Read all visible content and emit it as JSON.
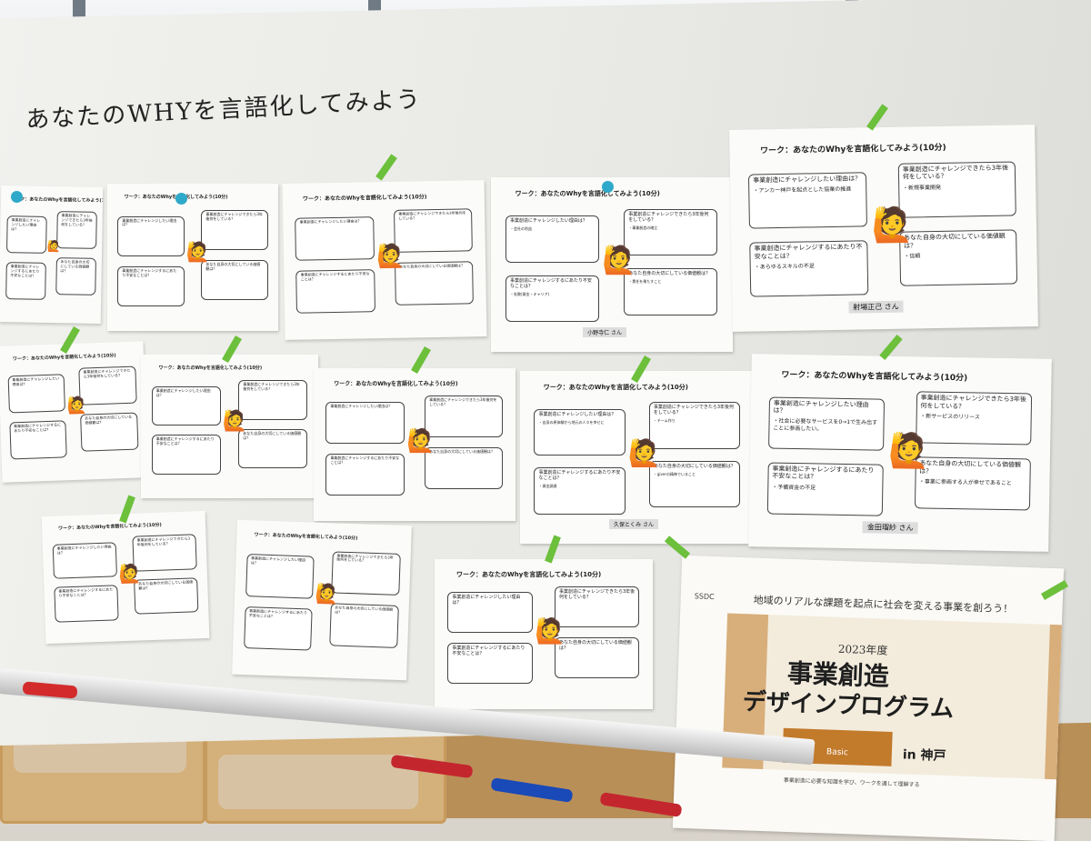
{
  "board_title": "あなたのWHYを言語化してみよう",
  "worksheet": {
    "heading": "ワーク：あなたのWhyを言語化してみよう(10分)",
    "q1": "事業創造にチャレンジしたい理由は？",
    "q2": "事業創造にチャレンジできたら3年後何をしている？",
    "q3": "事業創造にチャレンジするにあたり不安なことは？",
    "q4": "あなた自身の大切にしている価値観は？"
  },
  "sheets": [
    {
      "name": "射場正己 さん",
      "answers": [
        "アンカー神戸を起点とした協業の推進",
        "新規事業開発",
        "あらゆるスキルの不足",
        "信頼"
      ]
    },
    {
      "name": "金田瑠紗 さん",
      "answers": [
        "社会に必要なサービスを0→1で生み出すことに参画したい。",
        "新サービスのリリース",
        "予備資金の不足",
        "事業に参画する人が幸せであること"
      ]
    },
    {
      "name": "久保とくみ さん",
      "answers": [
        "自身の原体験から地元の人々を幸せに",
        "チーム作り",
        "資金調達",
        "giverの精神でいること"
      ]
    },
    {
      "name": "小野寺仁 さん",
      "answers": [
        "会社の利益",
        "事業創造の確立",
        "失敗(資金・キャリア)",
        "責任を果たすこと"
      ]
    }
  ],
  "poster": {
    "logo": "SSDC",
    "subtitle": "地域のリアルな課題を起点に社会を変える事業を創ろう！",
    "year": "2023年度",
    "title_line1": "事業創造",
    "title_line2": "デザインプログラム",
    "badge": "Basic",
    "location": "in 神戸",
    "note": "事業創造に必要な知識を学び、ワークを通して理解する"
  }
}
